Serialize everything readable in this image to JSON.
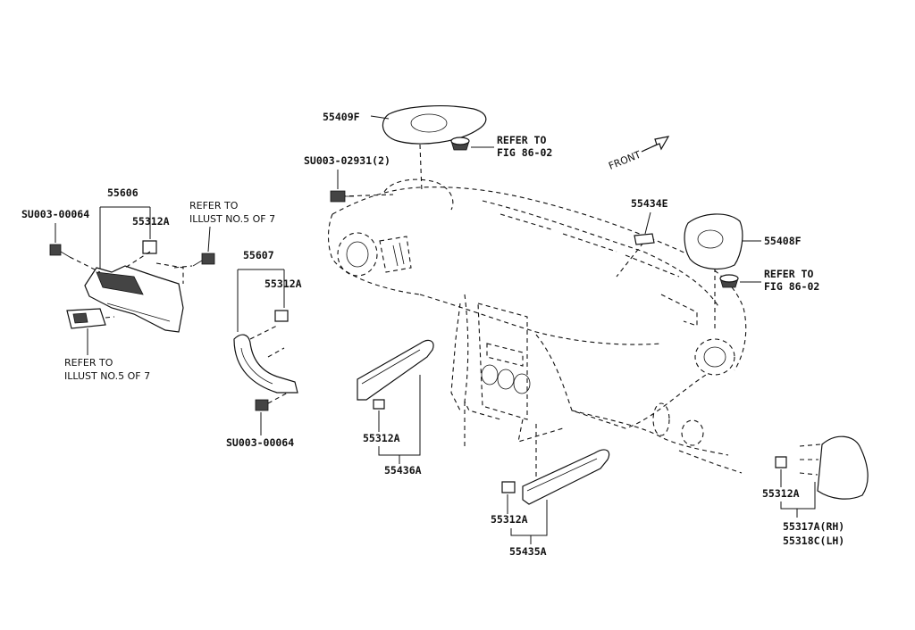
{
  "labels": {
    "p55409F": "55409F",
    "refer_fig_top_1": "REFER TO",
    "refer_fig_top_2": "FIG 86-02",
    "su_02931": "SU003-02931(2)",
    "front": "FRONT",
    "p55434E": "55434E",
    "p55408F": "55408F",
    "refer_fig_right_1": "REFER TO",
    "refer_fig_right_2": "FIG 86-02",
    "p55606": "55606",
    "su_00064_left": "SU003-00064",
    "p55312A_left": "55312A",
    "refer_illust_top_1": "REFER TO",
    "refer_illust_top_2": "ILLUST NO.5 OF 7",
    "refer_illust_bottom_1": "REFER TO",
    "refer_illust_bottom_2": "ILLUST NO.5 OF 7",
    "p55607": "55607",
    "p55312A_mid": "55312A",
    "su_00064_mid": "SU003-00064",
    "p55312A_c1": "55312A",
    "p55436A": "55436A",
    "p55312A_c2": "55312A",
    "p55435A": "55435A",
    "p55312A_right": "55312A",
    "p55317A": "55317A(RH)",
    "p55318C": "55318C(LH)"
  }
}
